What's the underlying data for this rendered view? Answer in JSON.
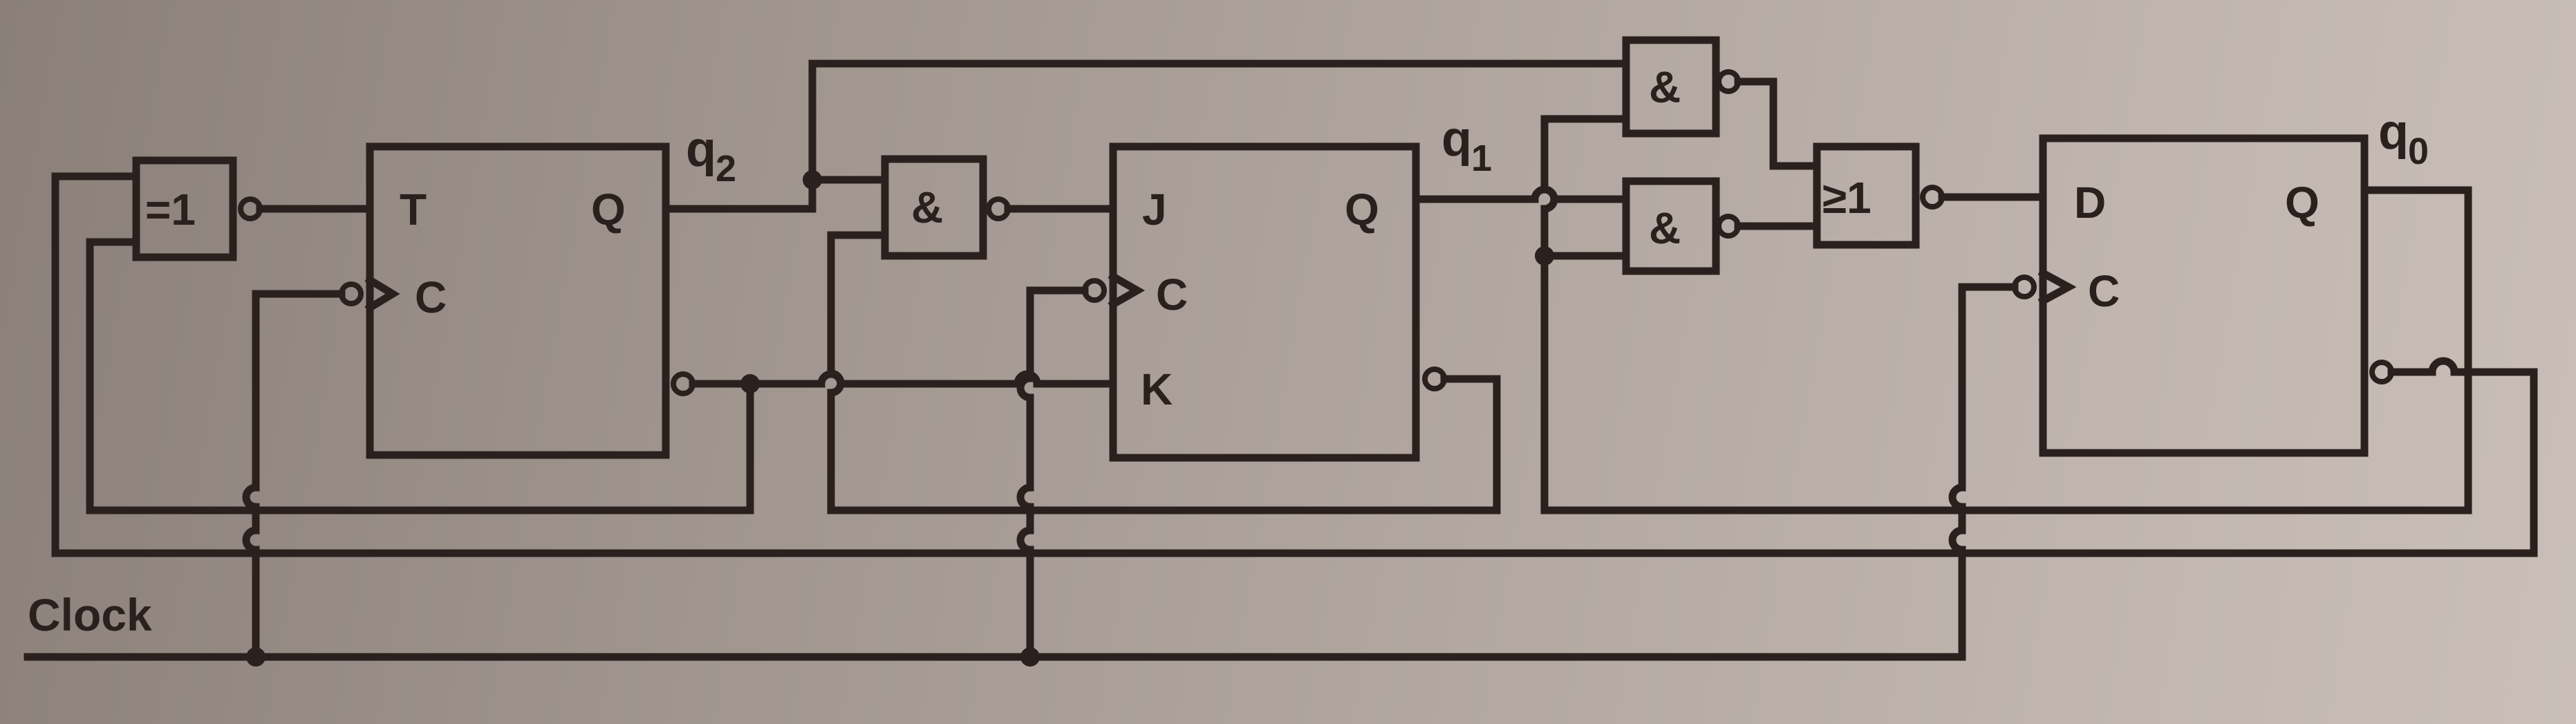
{
  "signals": {
    "clock": "Clock",
    "q2": "q",
    "q2_sub": "2",
    "q1": "q",
    "q1_sub": "1",
    "q0": "q",
    "q0_sub": "0"
  },
  "flipflops": {
    "ff2": {
      "in_top": "T",
      "clk": "C",
      "out": "Q"
    },
    "ff1": {
      "in_top": "J",
      "clk": "C",
      "in_bottom": "K",
      "out": "Q"
    },
    "ff0": {
      "in_top": "D",
      "clk": "C",
      "out": "Q"
    }
  },
  "gates": {
    "xor": "=1",
    "nand_j": "&",
    "nand_top": "&",
    "nand_mid": "&",
    "or": "≥1"
  },
  "colors": {
    "ink": "#2a211e",
    "paper": "#b0a59f"
  }
}
